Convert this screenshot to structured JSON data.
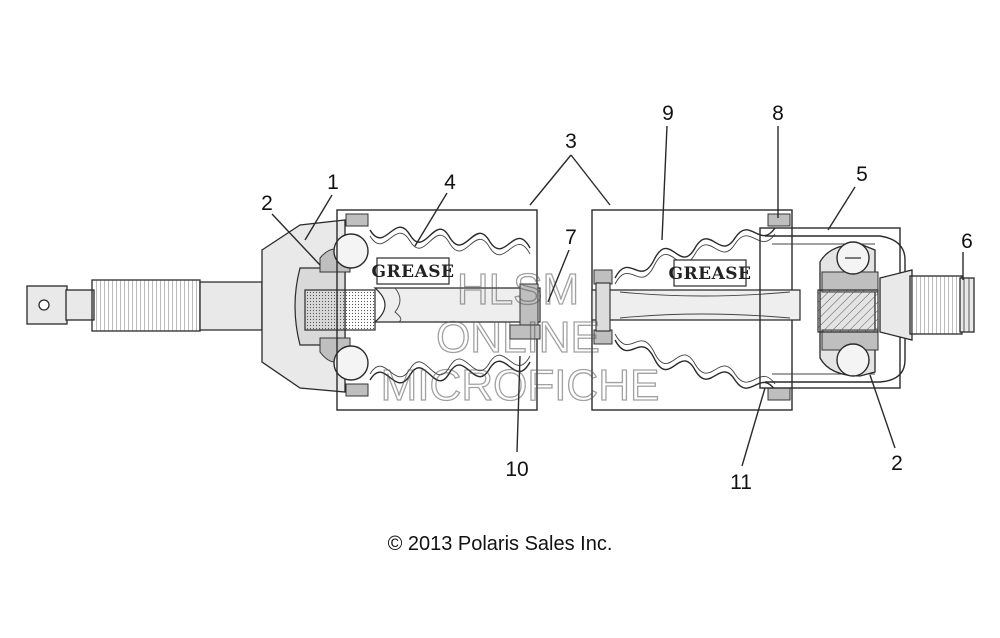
{
  "callouts": {
    "c1": "1",
    "c2_left": "2",
    "c3": "3",
    "c4": "4",
    "c5": "5",
    "c6": "6",
    "c7": "7",
    "c8": "8",
    "c9": "9",
    "c10": "10",
    "c11": "11",
    "c2_right": "2"
  },
  "labels": {
    "grease_left": "GREASE",
    "grease_right": "GREASE"
  },
  "watermark": {
    "line1": "HLSM",
    "line2": "ONLINE",
    "line3": "MICROFICHE"
  },
  "copyright": "© 2013 Polaris Sales Inc."
}
